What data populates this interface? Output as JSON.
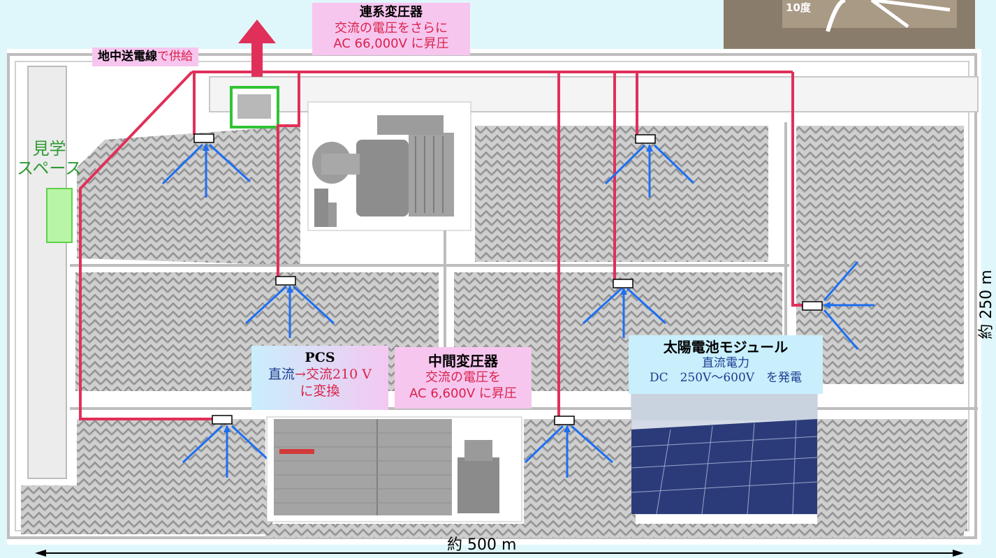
{
  "supply_label": {
    "bold": "地中送電線",
    "rest": "で供給"
  },
  "interconnect_transformer": {
    "title": "連系変圧器",
    "line1": "交流の電圧をさらに",
    "line2": "AC 66,000V に昇圧"
  },
  "viewing_space": {
    "line1": "見学",
    "line2": "スペース"
  },
  "pcs": {
    "title": "PCS",
    "line1_a": "直流",
    "line1_b": "→交流210 V",
    "line2": "に変換"
  },
  "mid_transformer": {
    "title": "中間変圧器",
    "line1": "交流の電圧を",
    "line2": "AC 6,600V に昇圧"
  },
  "solar_module": {
    "title": "太陽電池モジュール",
    "line1": "直流電力",
    "line2": "DC　250V～600V　を発電"
  },
  "dimension_width": "約 500 m",
  "dimension_height": "約 250 m",
  "angle_label": "10度",
  "colors": {
    "line": "#e0305a",
    "arrow": "#1e6ff2",
    "green": "#2fb34a",
    "bg": "#dff7fb"
  }
}
